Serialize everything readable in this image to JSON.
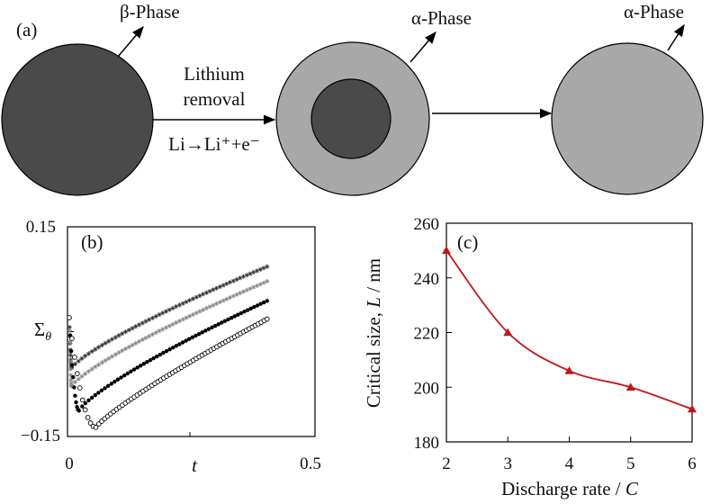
{
  "panel_a": {
    "label": "(a)",
    "phase_beta": "β-Phase",
    "phase_alpha_1": "α-Phase",
    "phase_alpha_2": "α-Phase",
    "arrow_line1": "Lithium",
    "arrow_line2": "removal",
    "reaction": "Li→Li⁺+e⁻",
    "colors": {
      "beta": "#4a4a4a",
      "alpha": "#a8a8a8",
      "outline": "#000000"
    }
  },
  "chart_data": [
    {
      "panel": "(b)",
      "type": "line",
      "xlabel": "t",
      "ylabel": "Σθ",
      "xlim": [
        0,
        0.5
      ],
      "ylim": [
        -0.15,
        0.15
      ],
      "x_ticks": [
        "0",
        "0.5"
      ],
      "y_ticks": [
        "0.15",
        "−0.15"
      ],
      "grid": false,
      "series": [
        {
          "marker": "asterisk-black",
          "color": "#333333",
          "min_t": 0.005,
          "min_y": -0.052,
          "end_t": 0.41,
          "end_y": 0.093
        },
        {
          "marker": "asterisk-gray",
          "color": "#888888",
          "min_t": 0.005,
          "min_y": -0.078,
          "end_t": 0.41,
          "end_y": 0.072
        },
        {
          "marker": "filled-circle",
          "color": "#000000",
          "min_t": 0.02,
          "min_y": -0.113,
          "end_t": 0.41,
          "end_y": 0.044
        },
        {
          "marker": "open-circle",
          "color": "#000000",
          "min_t": 0.055,
          "min_y": -0.137,
          "end_t": 0.41,
          "end_y": 0.018
        }
      ],
      "start_y": 0.02
    },
    {
      "panel": "(c)",
      "type": "line",
      "xlabel": "Discharge rate / C",
      "ylabel": "Critical size, L / nm",
      "x": [
        2,
        3,
        4,
        5,
        6
      ],
      "series": [
        {
          "values": [
            250,
            220,
            206,
            200,
            192
          ],
          "color": "#c0181a",
          "marker": "triangle"
        }
      ],
      "xlim": [
        2,
        6
      ],
      "ylim": [
        180,
        260
      ],
      "x_ticks": [
        "2",
        "3",
        "4",
        "5",
        "6"
      ],
      "y_ticks": [
        "180",
        "200",
        "220",
        "240",
        "260"
      ],
      "grid": false
    }
  ]
}
